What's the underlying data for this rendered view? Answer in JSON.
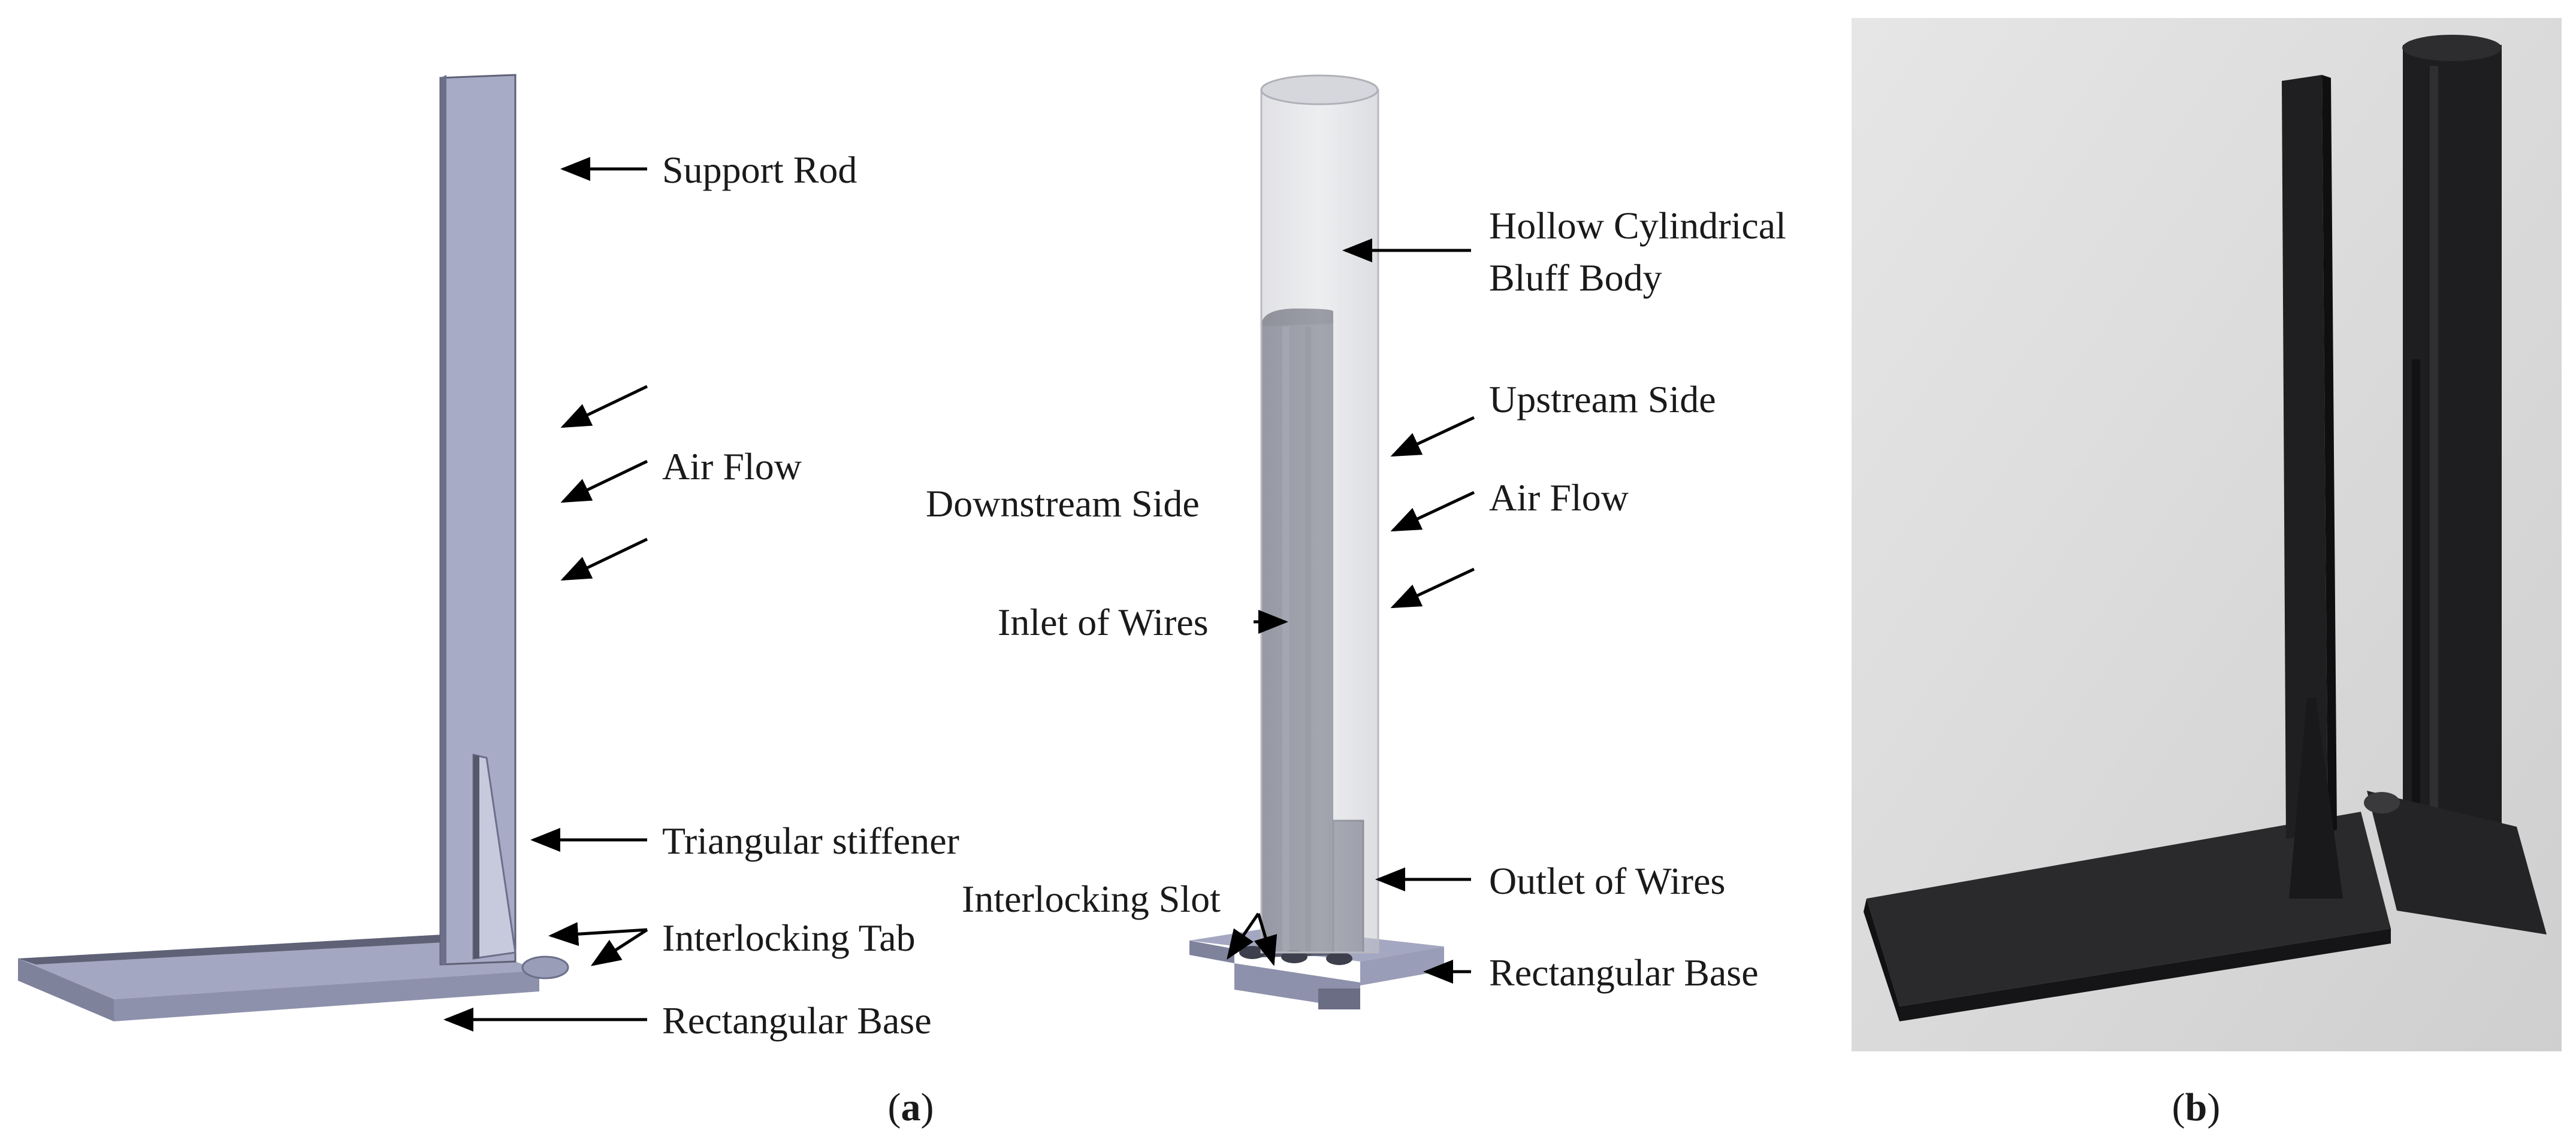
{
  "panel_a": {
    "left_model": {
      "labels": {
        "support_rod": "Support Rod",
        "air_flow": "Air Flow",
        "triangular_stiffener": "Triangular stiffener",
        "interlocking_tab": "Interlocking Tab",
        "rectangular_base": "Rectangular Base"
      }
    },
    "right_model": {
      "labels": {
        "bluff_body_line1": "Hollow Cylindrical",
        "bluff_body_line2": "Bluff Body",
        "upstream_side": "Upstream Side",
        "air_flow": "Air Flow",
        "downstream_side": "Downstream Side",
        "inlet_of_wires": "Inlet of Wires",
        "outlet_of_wires": "Outlet of Wires",
        "interlocking_slot": "Interlocking Slot",
        "rectangular_base": "Rectangular Base"
      }
    },
    "caption_open": "(",
    "caption_letter": "a",
    "caption_close": ")"
  },
  "panel_b": {
    "caption_open": "(",
    "caption_letter": "b",
    "caption_close": ")"
  },
  "colors": {
    "model_face": "#a7aac5",
    "model_dark": "#6c6f8a",
    "model_side": "#8d90ab",
    "core_face": "#5a5d6e",
    "cylinder_glass": "#d4d5db",
    "photo_bg": "#dcdcdc",
    "print_black": "#1e1e20"
  }
}
